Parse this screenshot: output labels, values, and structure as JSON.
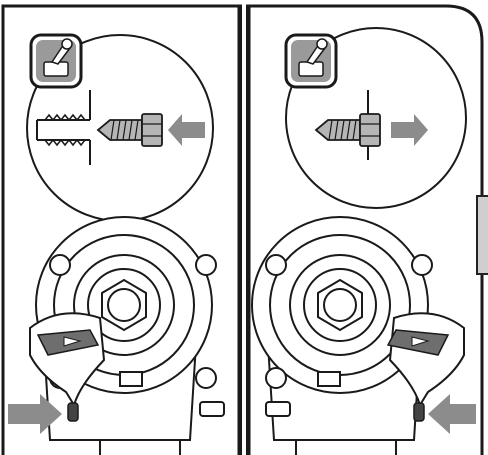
{
  "panels": [
    {
      "id": "left",
      "icon": "screw-tightening-icon",
      "action": "tighten",
      "lever_side": "left",
      "arrow_direction": "right"
    },
    {
      "id": "right",
      "icon": "screw-loosening-icon",
      "action": "loosen",
      "lever_side": "right",
      "arrow_direction": "left"
    }
  ],
  "colors": {
    "ink": "#1a1a1a",
    "gray_arrow": "#8c8c8c",
    "lever_gray": "#6e6e6e",
    "icon_bg": "#9a9a9a"
  }
}
